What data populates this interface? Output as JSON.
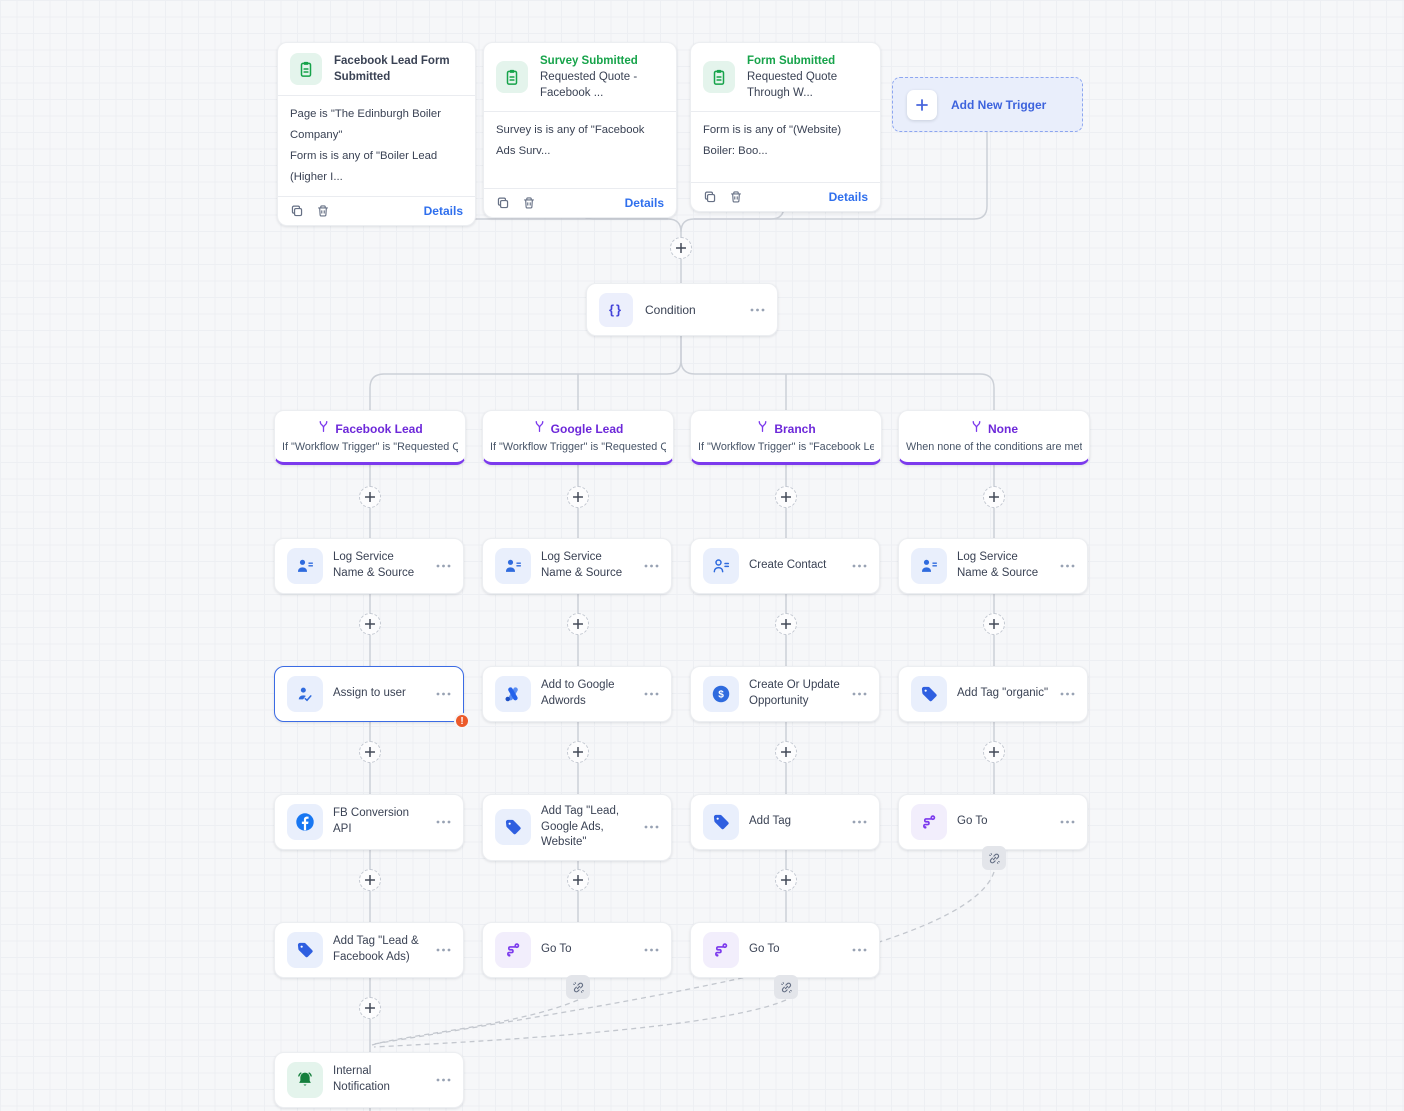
{
  "triggers": [
    {
      "title": "Facebook Lead Form Submitted",
      "lines": [
        "Page is \"The Edinburgh Boiler Company\"",
        "Form is is any of \"Boiler Lead (Higher I..."
      ],
      "details_label": "Details"
    },
    {
      "title": "Survey Submitted",
      "subtitle": "Requested Quote - Facebook ...",
      "lines": [
        "Survey is is any of \"Facebook Ads Surv..."
      ],
      "details_label": "Details"
    },
    {
      "title": "Form Submitted",
      "subtitle": "Requested Quote Through W...",
      "lines": [
        "Form is is any of \"(Website) Boiler: Boo..."
      ],
      "details_label": "Details"
    }
  ],
  "add_new_trigger": {
    "label": "Add New Trigger"
  },
  "condition": {
    "label": "Condition",
    "icon_glyph": "{}"
  },
  "branches": [
    {
      "name": "Facebook Lead",
      "condition": "If \"Workflow Trigger\" is \"Requested Q..."
    },
    {
      "name": "Google Lead",
      "condition": "If \"Workflow Trigger\" is \"Requested Q..."
    },
    {
      "name": "Branch",
      "condition": "If \"Workflow Trigger\" is \"Facebook Le..."
    },
    {
      "name": "None",
      "condition": "When none of the conditions are met"
    }
  ],
  "nodes": [
    {
      "label": "Log Service Name & Source"
    },
    {
      "label": "Log Service Name & Source"
    },
    {
      "label": "Create Contact"
    },
    {
      "label": "Log Service Name & Source"
    },
    {
      "label": "Assign to user"
    },
    {
      "label": "Add to Google Adwords"
    },
    {
      "label": "Create Or Update Opportunity"
    },
    {
      "label": "Add Tag \"organic\""
    },
    {
      "label": "FB Conversion API"
    },
    {
      "label": "Add Tag \"Lead, Google Ads, Website\""
    },
    {
      "label": "Add Tag"
    },
    {
      "label": "Go To"
    },
    {
      "label": "Add Tag \"Lead & Facebook Ads)"
    },
    {
      "label": "Go To"
    },
    {
      "label": "Go To"
    },
    {
      "label": "Internal Notification"
    }
  ],
  "colors": {
    "trigger_green": "#16a34a",
    "accent_purple": "#7c3aed",
    "action_blue": "#2f6bde",
    "link_blue": "#2f6fed",
    "error_orange": "#ec5a2a"
  }
}
